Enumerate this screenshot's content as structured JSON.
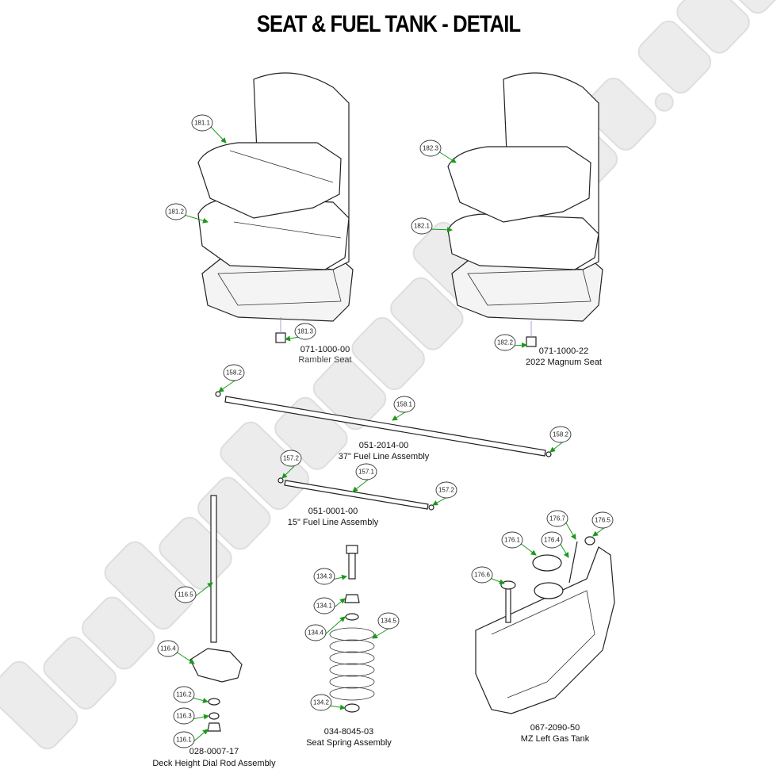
{
  "title": "SEAT & FUEL TANK - DETAIL",
  "watermark": "BadBoyMowerParts.com",
  "colors": {
    "callout_arrow": "#1a9a1a",
    "guide_line": "#8a8ae8"
  },
  "callouts": [
    "181.1",
    "181.2",
    "181.3",
    "182.3",
    "182.1",
    "182.2",
    "158.2",
    "158.1",
    "158.2",
    "157.2",
    "157.1",
    "157.2",
    "116.5",
    "116.4",
    "116.2",
    "116.3",
    "116.1",
    "134.3",
    "134.1",
    "134.4",
    "134.5",
    "134.2",
    "176.1",
    "176.7",
    "176.4",
    "176.5",
    "176.6"
  ],
  "assemblies": [
    {
      "part_number": "071-1000-00",
      "name": "Rambler Seat"
    },
    {
      "part_number": "071-1000-22",
      "name": "2022 Magnum Seat"
    },
    {
      "part_number": "051-2014-00",
      "name": "37\" Fuel Line Assembly"
    },
    {
      "part_number": "051-0001-00",
      "name": "15\" Fuel Line Assembly"
    },
    {
      "part_number": "028-0007-17",
      "name": "Deck Height Dial Rod Assembly"
    },
    {
      "part_number": "034-8045-03",
      "name": "Seat Spring Assembly"
    },
    {
      "part_number": "067-2090-50",
      "name": "MZ Left Gas Tank"
    }
  ]
}
